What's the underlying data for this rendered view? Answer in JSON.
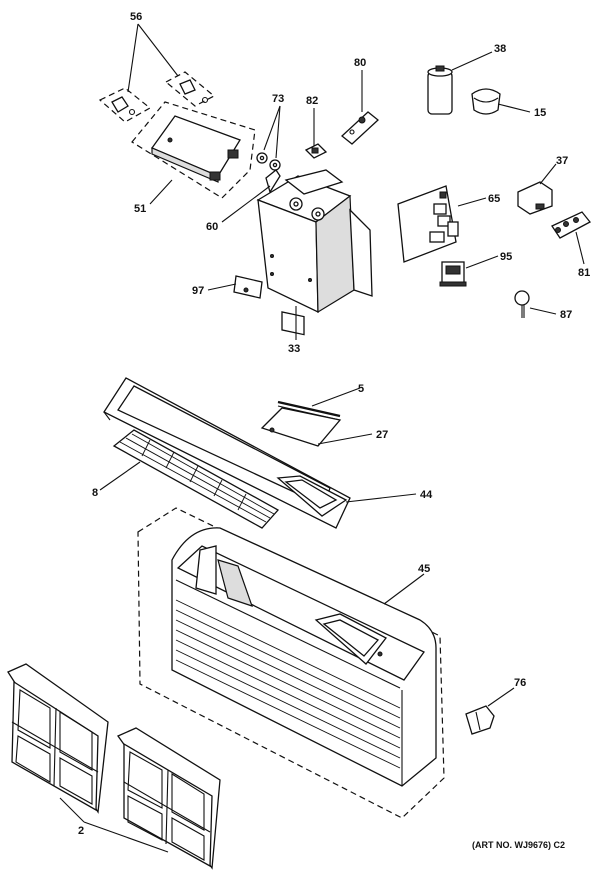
{
  "callouts": [
    {
      "id": "56",
      "text": "56"
    },
    {
      "id": "73",
      "text": "73"
    },
    {
      "id": "82",
      "text": "82"
    },
    {
      "id": "80",
      "text": "80"
    },
    {
      "id": "38",
      "text": "38"
    },
    {
      "id": "15",
      "text": "15"
    },
    {
      "id": "37",
      "text": "37"
    },
    {
      "id": "65",
      "text": "65"
    },
    {
      "id": "95",
      "text": "95"
    },
    {
      "id": "81",
      "text": "81"
    },
    {
      "id": "87",
      "text": "87"
    },
    {
      "id": "51",
      "text": "51"
    },
    {
      "id": "60",
      "text": "60"
    },
    {
      "id": "97",
      "text": "97"
    },
    {
      "id": "33",
      "text": "33"
    },
    {
      "id": "5",
      "text": "5"
    },
    {
      "id": "27",
      "text": "27"
    },
    {
      "id": "8",
      "text": "8"
    },
    {
      "id": "44",
      "text": "44"
    },
    {
      "id": "45",
      "text": "45"
    },
    {
      "id": "76",
      "text": "76"
    },
    {
      "id": "2",
      "text": "2"
    }
  ],
  "art_number": "(ART NO. WJ9676) C2"
}
